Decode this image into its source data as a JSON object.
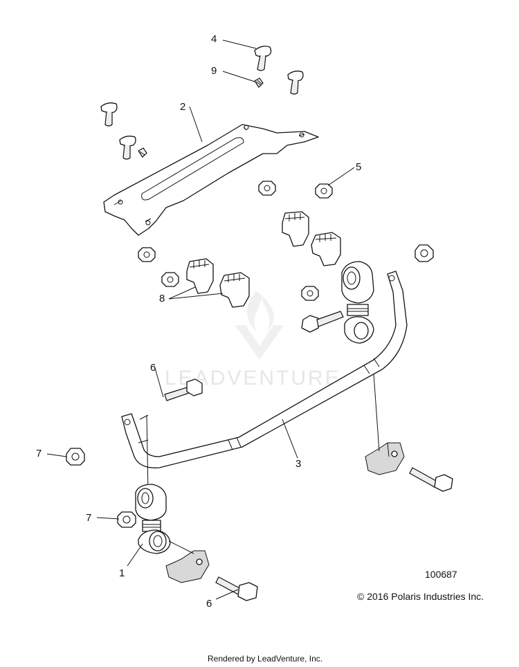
{
  "callouts": {
    "c1": "1",
    "c2": "2",
    "c3": "3",
    "c4": "4",
    "c5": "5",
    "c6_upper": "6",
    "c6_lower": "6",
    "c7_upper": "7",
    "c7_lower": "7",
    "c8": "8",
    "c9": "9"
  },
  "footer": {
    "drawing_number": "100687",
    "copyright": "© 2016 Polaris Industries Inc.",
    "rendered_by": "Rendered by LeadVenture, Inc."
  },
  "watermark": {
    "text": "LEADVENTURE"
  }
}
